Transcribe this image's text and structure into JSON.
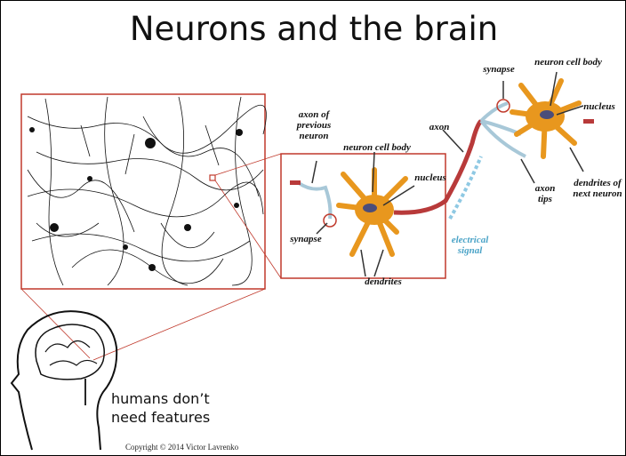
{
  "title": "Neurons and the brain",
  "labels": {
    "axon_prev": "axon of previous neuron",
    "cell_body_left": "neuron cell body",
    "nucleus_left": "nucleus",
    "synapse_left": "synapse",
    "dendrites": "dendrites",
    "axon": "axon",
    "electrical_signal": "electrical signal",
    "synapse_right": "synapse",
    "cell_body_right": "neuron cell body",
    "nucleus_right": "nucleus",
    "axon_tips": "axon tips",
    "dendrites_next": "dendrites of next neuron"
  },
  "caption": "humans don’t need features",
  "copyright": "Copyright © 2014 Victor Lavrenko",
  "colors": {
    "frame": "#c0392b",
    "neuron_body": "#e8971e",
    "nucleus": "#4b4d7a",
    "axon": "#b83a3a",
    "axon_tips": "#a8c8d8",
    "signal": "#8fc9e3"
  }
}
